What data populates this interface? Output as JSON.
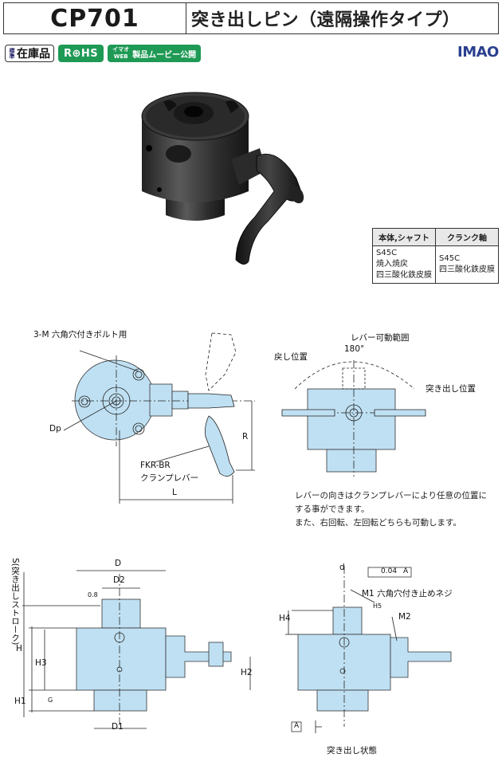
{
  "header": {
    "model_code": "CP701",
    "title": "突き出しピン（遠隔操作タイプ）"
  },
  "badges": {
    "stock_prefix": "標準",
    "stock": "在庫品",
    "rohs": "R⊕HS",
    "web_line1": "イマオ",
    "web_line2": "WEB",
    "web_video": "製品ムービー公開"
  },
  "brand": "IMAO",
  "materials": {
    "headers": [
      "本体,シャフト",
      "クランク軸"
    ],
    "body_shaft": [
      "S45C",
      "焼入焼戻",
      "四三酸化鉄皮膜"
    ],
    "crank": [
      "S45C",
      "四三酸化鉄皮膜"
    ]
  },
  "labels": {
    "bolt": "3-M 六角穴付きボルト用",
    "dp": "Dp",
    "lever_model": "FKR-BR",
    "lever_name": "クランプレバー",
    "dim_l": "L",
    "dim_r": "R",
    "range": "レバー可動範囲",
    "angle": "180°",
    "return_pos": "戻し位置",
    "extend_pos": "突き出し位置",
    "stroke": "S(突き出しストローク)",
    "d": "D",
    "d2": "D2",
    "d1": "D1",
    "h": "H",
    "h3": "H3",
    "h1": "H1",
    "h2": "H2",
    "h4": "H4",
    "h5": "H5",
    "small_d": "d",
    "tol": "0.04",
    "datum": "A",
    "m1": "M1 六角穴付き止めネジ",
    "m2": "M2",
    "state": "突き出し状態",
    "rough": "G",
    "fin": "0.8"
  },
  "note": {
    "line1": "レバーの向きはクランプレバーにより任意の位置に",
    "line2": "する事ができます。",
    "line3": "また、右回転、左回転どちらも可動します。"
  }
}
